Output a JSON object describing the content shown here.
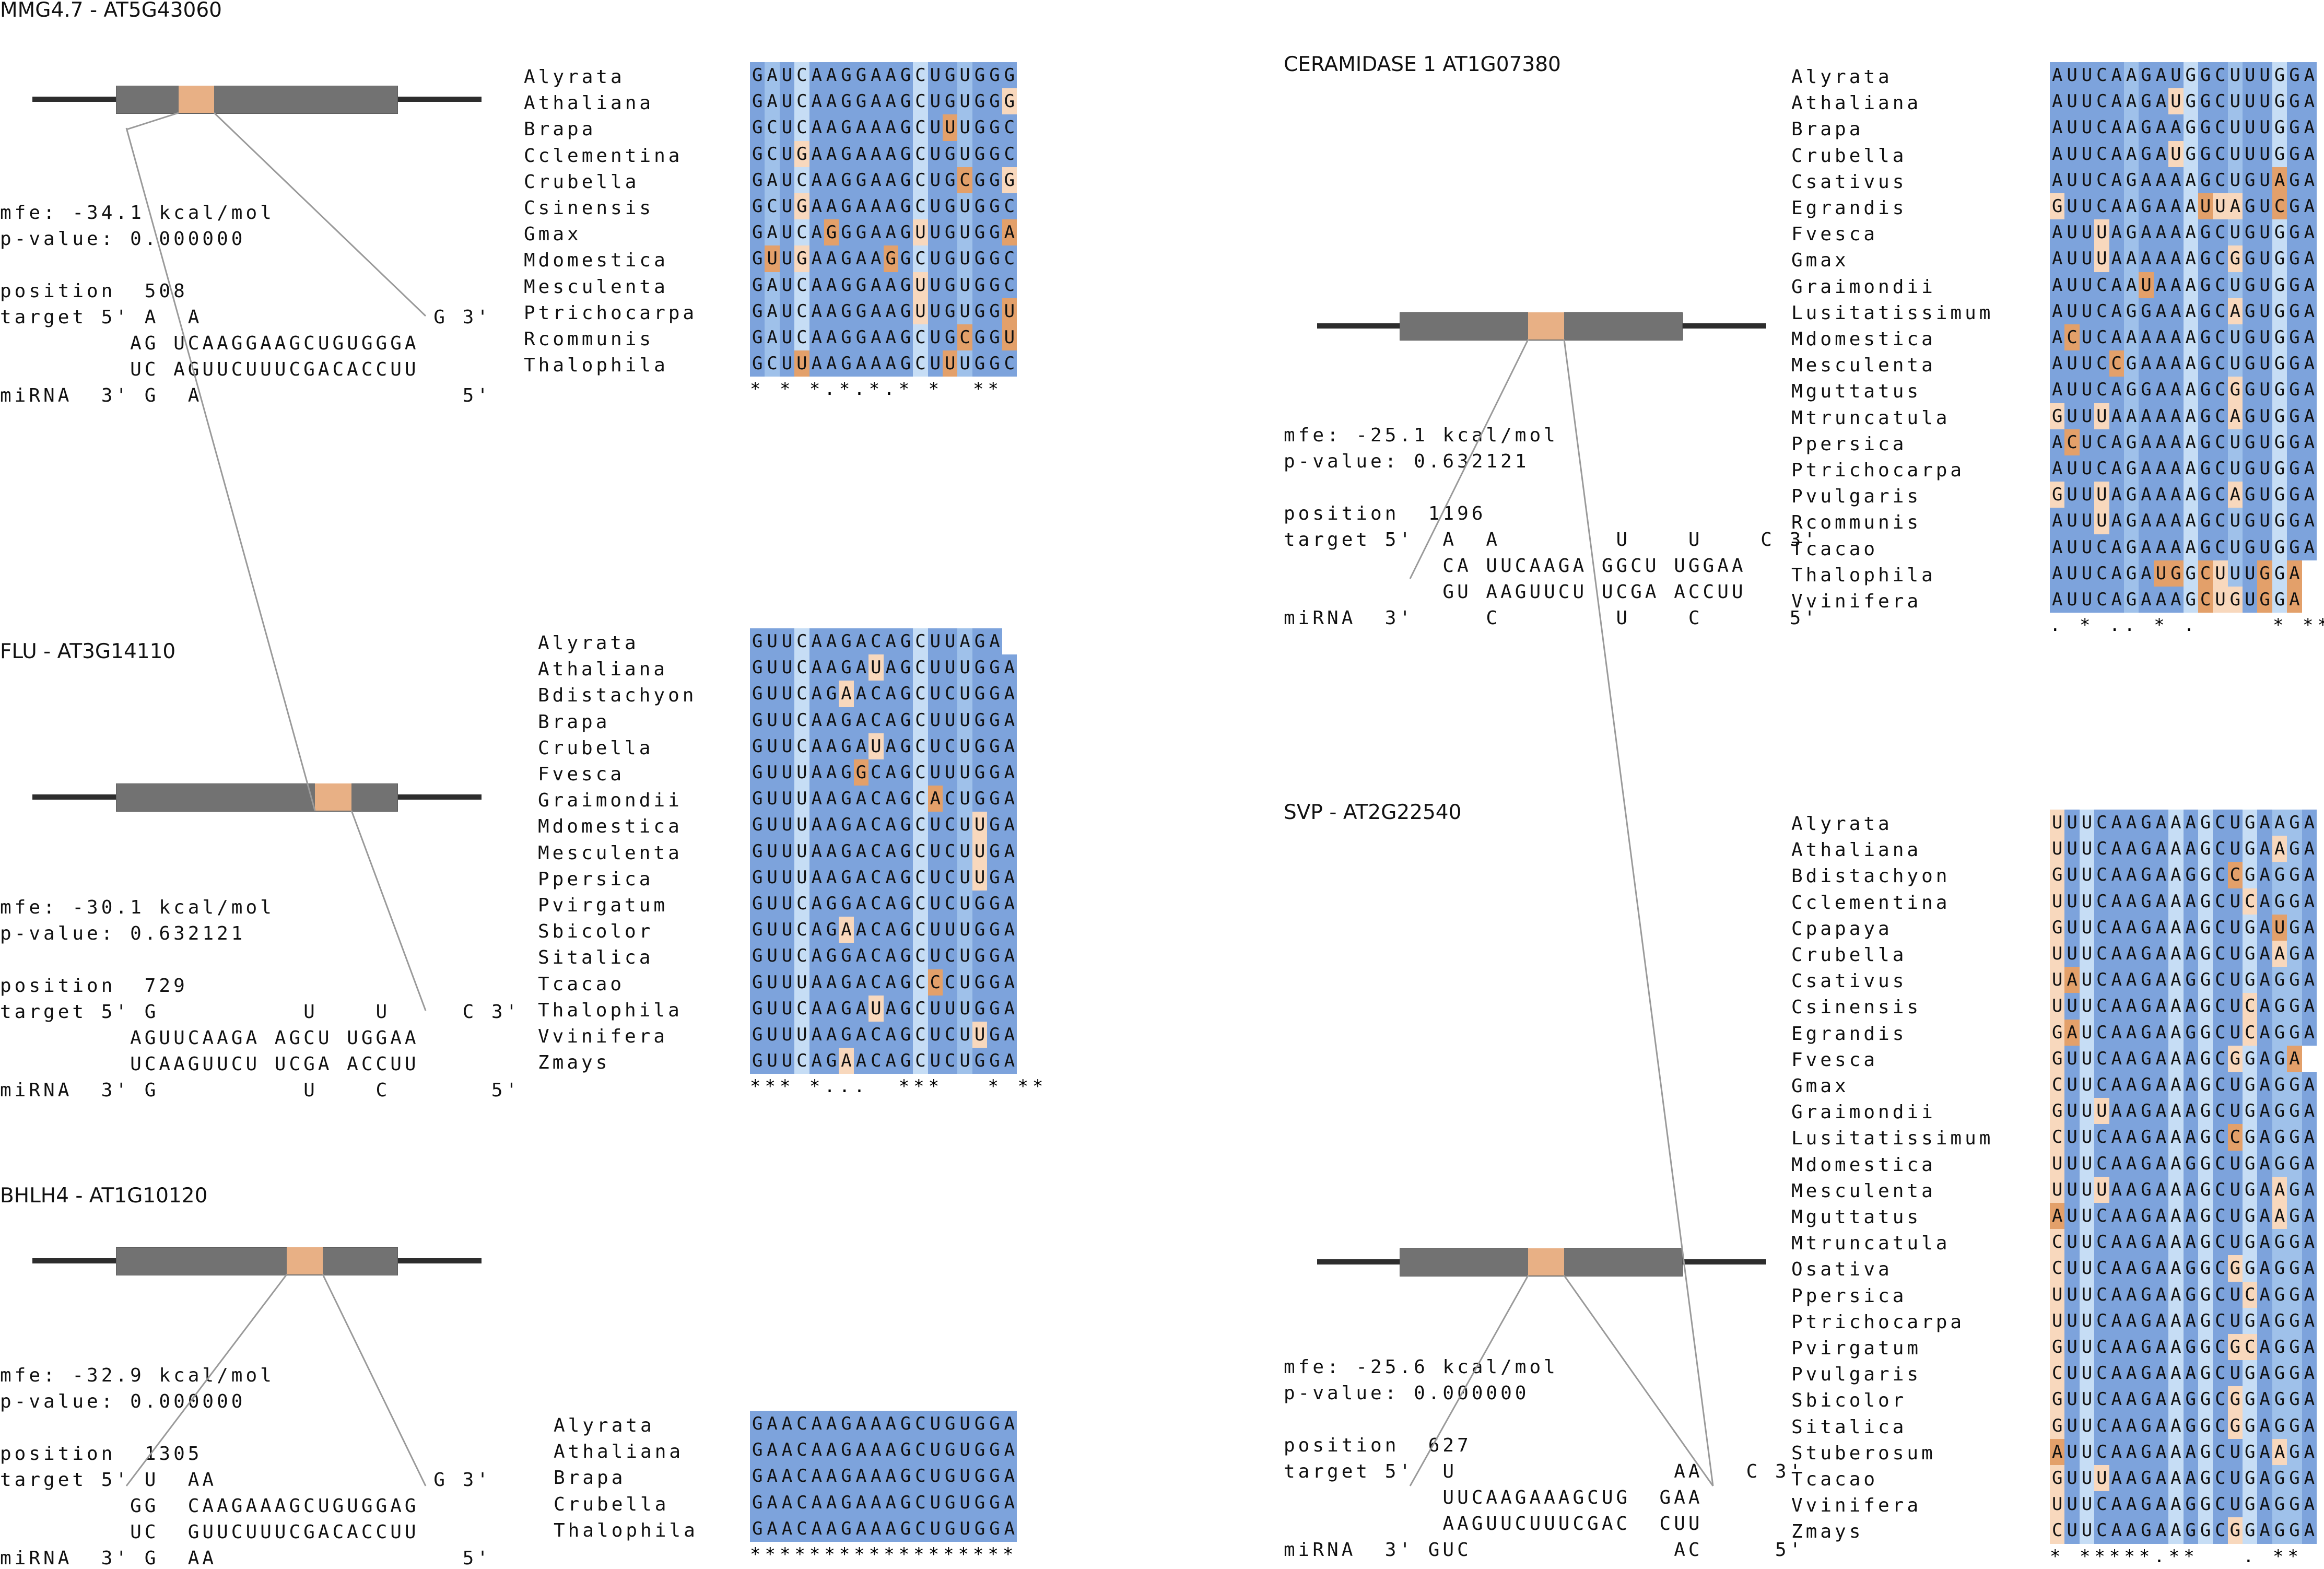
{
  "colors": {
    "dark": "#7da3dc",
    "mid": "#9fc1ea",
    "light": "#c6ddf5",
    "peach": "#f8d8bd",
    "orange": "#e3a06a",
    "target_site": "#e8b085",
    "gene_box": "#727272",
    "gene_line": "#2d2d2d"
  },
  "panels": [
    {
      "title": "MMG4.7 - AT5G43060",
      "mfe": "mfe: -34.1 kcal/mol",
      "pvalue": "p-value: 0.000000",
      "position": "position  508",
      "duplex": [
        "target 5' A  A                G 3'",
        "         AG UCAAGGAAGCUGUGGGA",
        "         UC AGUUCUUUCGACACCUU",
        "miRNA  3' G  A                  5'"
      ],
      "species": [
        "Alyrata",
        "Athaliana",
        "Brapa",
        "Cclementina",
        "Crubella",
        "Csinensis",
        "Gmax",
        "Mdomestica",
        "Mesculenta",
        "Ptrichocarpa",
        "Rcommunis",
        "Thalophila"
      ],
      "sequences": [
        "GAUCAAGGAAGCUGUGGG",
        "GAUCAAGGAAGCUGUGGG",
        "GCUCAAGAAAGCUUUGGC",
        "GCUGAAGAAAGCUGUGGC",
        "GAUCAAGGAAGCUGCGGG",
        "GCUGAAGAAAGCUGUGGC",
        "GAUCAGGGAAGUUGUGGA",
        "GUUGAAGAAGGCUGUGGC",
        "GAUCAAGGAAGUUGUGGC",
        "GAUCAAGGAAGUUGUGGU",
        "GAUCAAGGAAGCUGCGGU",
        "GCUUAAGAAAGCUUUGGC"
      ],
      "consensus": "* * *.*.*.* *  **"
    },
    {
      "title": "FLU - AT3G14110",
      "mfe": "mfe: -30.1 kcal/mol",
      "pvalue": "p-value: 0.632121",
      "position": "position  729",
      "duplex": [
        "target 5' G          U    U     C 3'",
        "         AGUUCAAGA AGCU UGGAA",
        "         UCAAGUUCU UCGA ACCUU",
        "miRNA  3' G          U    C       5'"
      ],
      "species": [
        "Alyrata",
        "Athaliana",
        "Bdistachyon",
        "Brapa",
        "Crubella",
        "Fvesca",
        "Graimondii",
        "Mdomestica",
        "Mesculenta",
        "Ppersica",
        "Pvirgatum",
        "Sbicolor",
        "Sitalica",
        "Tcacao",
        "Thalophila",
        "Vvinifera",
        "Zmays"
      ],
      "sequences": [
        "GUUCAAGACAGCUUAGA",
        "GUUCAAGAUAGCUUUGGA",
        "GUUCAGAACAGCUCUGGA",
        "GUUCAAGACAGCUUUGGA",
        "GUUCAAGAUAGCUCUGGA",
        "GUUUAAGGCAGCUUUGGA",
        "GUUUAAGACAGCACUGGA",
        "GUUUAAGACAGCUCUUGA",
        "GUUUAAGACAGCUCUUGA",
        "GUUUAAGACAGCUCUUGA",
        "GUUCAGGACAGCUCUGGA",
        "GUUCAGAACAGCUUUGGA",
        "GUUCAGGACAGCUCUGGA",
        "GUUUAAGACAGCCCUGGA",
        "GUUCAAGAUAGCUUUGGA",
        "GUUUAAGACAGCUCUUGA",
        "GUUCAGAACAGCUCUGGA"
      ],
      "consensus": "*** *...  ***   * **"
    },
    {
      "title": "BHLH4 - AT1G10120",
      "mfe": "mfe: -32.9 kcal/mol",
      "pvalue": "p-value: 0.000000",
      "position": "position  1305",
      "duplex": [
        "target 5' U  AA               G 3'",
        "         GG  CAAGAAAGCUGUGGAG",
        "         UC  GUUCUUUCGACACCUU",
        "miRNA  3' G  AA                 5'"
      ],
      "species": [
        "Alyrata",
        "Athaliana",
        "Brapa",
        "Crubella",
        "Thalophila"
      ],
      "sequences": [
        "GAACAAGAAAGCUGUGGA",
        "GAACAAGAAAGCUGUGGA",
        "GAACAAGAAAGCUGUGGA",
        "GAACAAGAAAGCUGUGGA",
        "GAACAAGAAAGCUGUGGA"
      ],
      "consensus": "******************"
    },
    {
      "title": "CERAMIDASE 1 AT1G07380",
      "mfe": "mfe: -25.1 kcal/mol",
      "pvalue": "p-value: 0.632121",
      "position": "position  1196",
      "duplex": [
        "target 5'  A  A        U    U    C 3'",
        "           CA UUCAAGA GGCU UGGAA",
        "           GU AAGUUCU UCGA ACCUU",
        "miRNA  3'     C        U    C      5'"
      ],
      "species": [
        "Alyrata",
        "Athaliana",
        "Brapa",
        "Crubella",
        "Csativus",
        "Egrandis",
        "Fvesca",
        "Gmax",
        "Graimondii",
        "Lusitatissimum",
        "Mdomestica",
        "Mesculenta",
        "Mguttatus",
        "Mtruncatula",
        "Ppersica",
        "Ptrichocarpa",
        "Pvulgaris",
        "Rcommunis",
        "Tcacao",
        "Thalophila",
        "Vvinifera"
      ],
      "sequences": [
        "AUUCAAGAUGGCUUUGGA",
        "AUUCAAGAUGGCUUUGGA",
        "AUUCAAGAAGGCUUUGGA",
        "AUUCAAGAUGGCUUUGGA",
        "AUUCAGAAAAGCUGUAGA",
        "GUUCAAGAAAUUAGUCGA",
        "AUUUAGAAAAGCUGUGGA",
        "AUUUAAAAAAGCGGUGGA",
        "AUUCAAUAAAGCUGUGGA",
        "AUUCAGGAAAGCAGUGGA",
        "ACUCAAAAAAGCUGUGGA",
        "AUUCCGAAAAGCUGUGGA",
        "AUUCAGGAAAGCGGUGGA",
        "GUUUAAAAAAGCAGUGGA",
        "ACUCAGAAAAGCUGUGGA",
        "AUUCAGAAAAGCUGUGGA",
        "GUUUAGAAAAGCAGUGGA",
        "AUUUAGAAAAGCUGUGGA",
        "AUUCAGAAAAGCUGUGGA",
        "AUUCAGAUGGCUUUGGA",
        "AUUCAGAAAGCUGUGGA"
      ],
      "consensus": ". * .. * .     * **"
    },
    {
      "title": "SVP - AT2G22540",
      "mfe": "mfe: -25.6 kcal/mol",
      "pvalue": "p-value: 0.000000",
      "position": "position  627",
      "duplex": [
        "target 5'  U               AA   C 3'",
        "           UUCAAGAAAGCUG  GAA",
        "           AAGUUCUUUCGAC  CUU",
        "miRNA  3' GUC              AC     5'"
      ],
      "species": [
        "Alyrata",
        "Athaliana",
        "Bdistachyon",
        "Cclementina",
        "Cpapaya",
        "Crubella",
        "Csativus",
        "Csinensis",
        "Egrandis",
        "Fvesca",
        "Gmax",
        "Graimondii",
        "Lusitatissimum",
        "Mdomestica",
        "Mesculenta",
        "Mguttatus",
        "Mtruncatula",
        "Osativa",
        "Ppersica",
        "Ptrichocarpa",
        "Pvirgatum",
        "Pvulgaris",
        "Sbicolor",
        "Sitalica",
        "Stuberosum",
        "Tcacao",
        "Vvinifera",
        "Zmays"
      ],
      "sequences": [
        "UUUCAAGAAAGCUGAAGA",
        "UUUCAAGAAAGCUGAAGA",
        "GUUCAAGAAGGCCGAGGA",
        "UUUCAAGAAAGCUCAGGA",
        "GUUCAAGAAAGCUGAUGA",
        "UUUCAAGAAAGCUGAAGA",
        "UAUCAAGAAGGCUGAGGA",
        "UUUCAAGAAAGCUCAGGA",
        "GAUCAAGAAGGCUCAGGA",
        "GUUCAAGAAAGCGGAGA",
        "CUUCAAGAAAGCUGAGGA",
        "GUUUAAGAAAGCUGAGGA",
        "CUUCAAGAAAGCCGAGGA",
        "UUUCAAGAAGGCUGAGGA",
        "UUUUAAGAAAGCUGAAGA",
        "AUUCAAGAAAGCUGAAGA",
        "CUUCAAGAAAGCUGAGGA",
        "CUUCAAGAAGGCGGAGGA",
        "UUUCAAGAAGGCUCAGGA",
        "UUUCAAGAAAGCUGAGGA",
        "GUUCAAGAAGGCGCAGGA",
        "CUUCAAGAAAGCUGAGGA",
        "GUUCAAGAAGGCGGAGGA",
        "GUUCAAGAAGGCGGAGGA",
        "AUUCAAGAAAGCUGAAGA",
        "GUUUAAGAAAGCUGAGGA",
        "UUUCAAGAAGGCUGAGGA",
        "CUUCAAGAAGGCGGAGGA"
      ],
      "consensus": "* *****.**   . **"
    }
  ]
}
